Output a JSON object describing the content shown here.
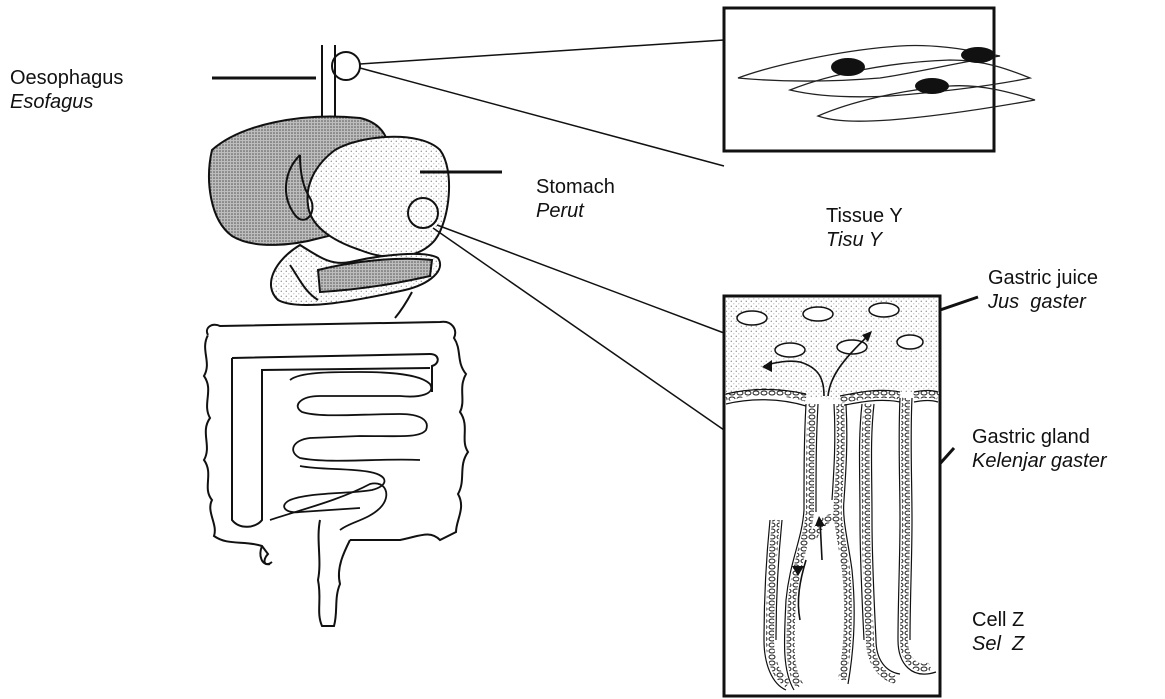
{
  "labels": {
    "oesophagus": {
      "en": "Oesophagus",
      "ms": "Esofagus"
    },
    "stomach": {
      "en": "Stomach",
      "ms": "Perut"
    },
    "tissue_y": {
      "en": "Tissue Y",
      "ms": "Tisu Y"
    },
    "gastric_juice": {
      "en": "Gastric juice",
      "ms": "Jus  gaster"
    },
    "gastric_gland": {
      "en": "Gastric gland",
      "ms": "Kelenjar gaster"
    },
    "cell_z": {
      "en": "Cell Z",
      "ms": "Sel  Z"
    }
  },
  "colors": {
    "ink": "#111111",
    "shading": "#9a9a9a",
    "liver_fill": "#a8a8a8",
    "stipple": "#e9e9e9"
  }
}
